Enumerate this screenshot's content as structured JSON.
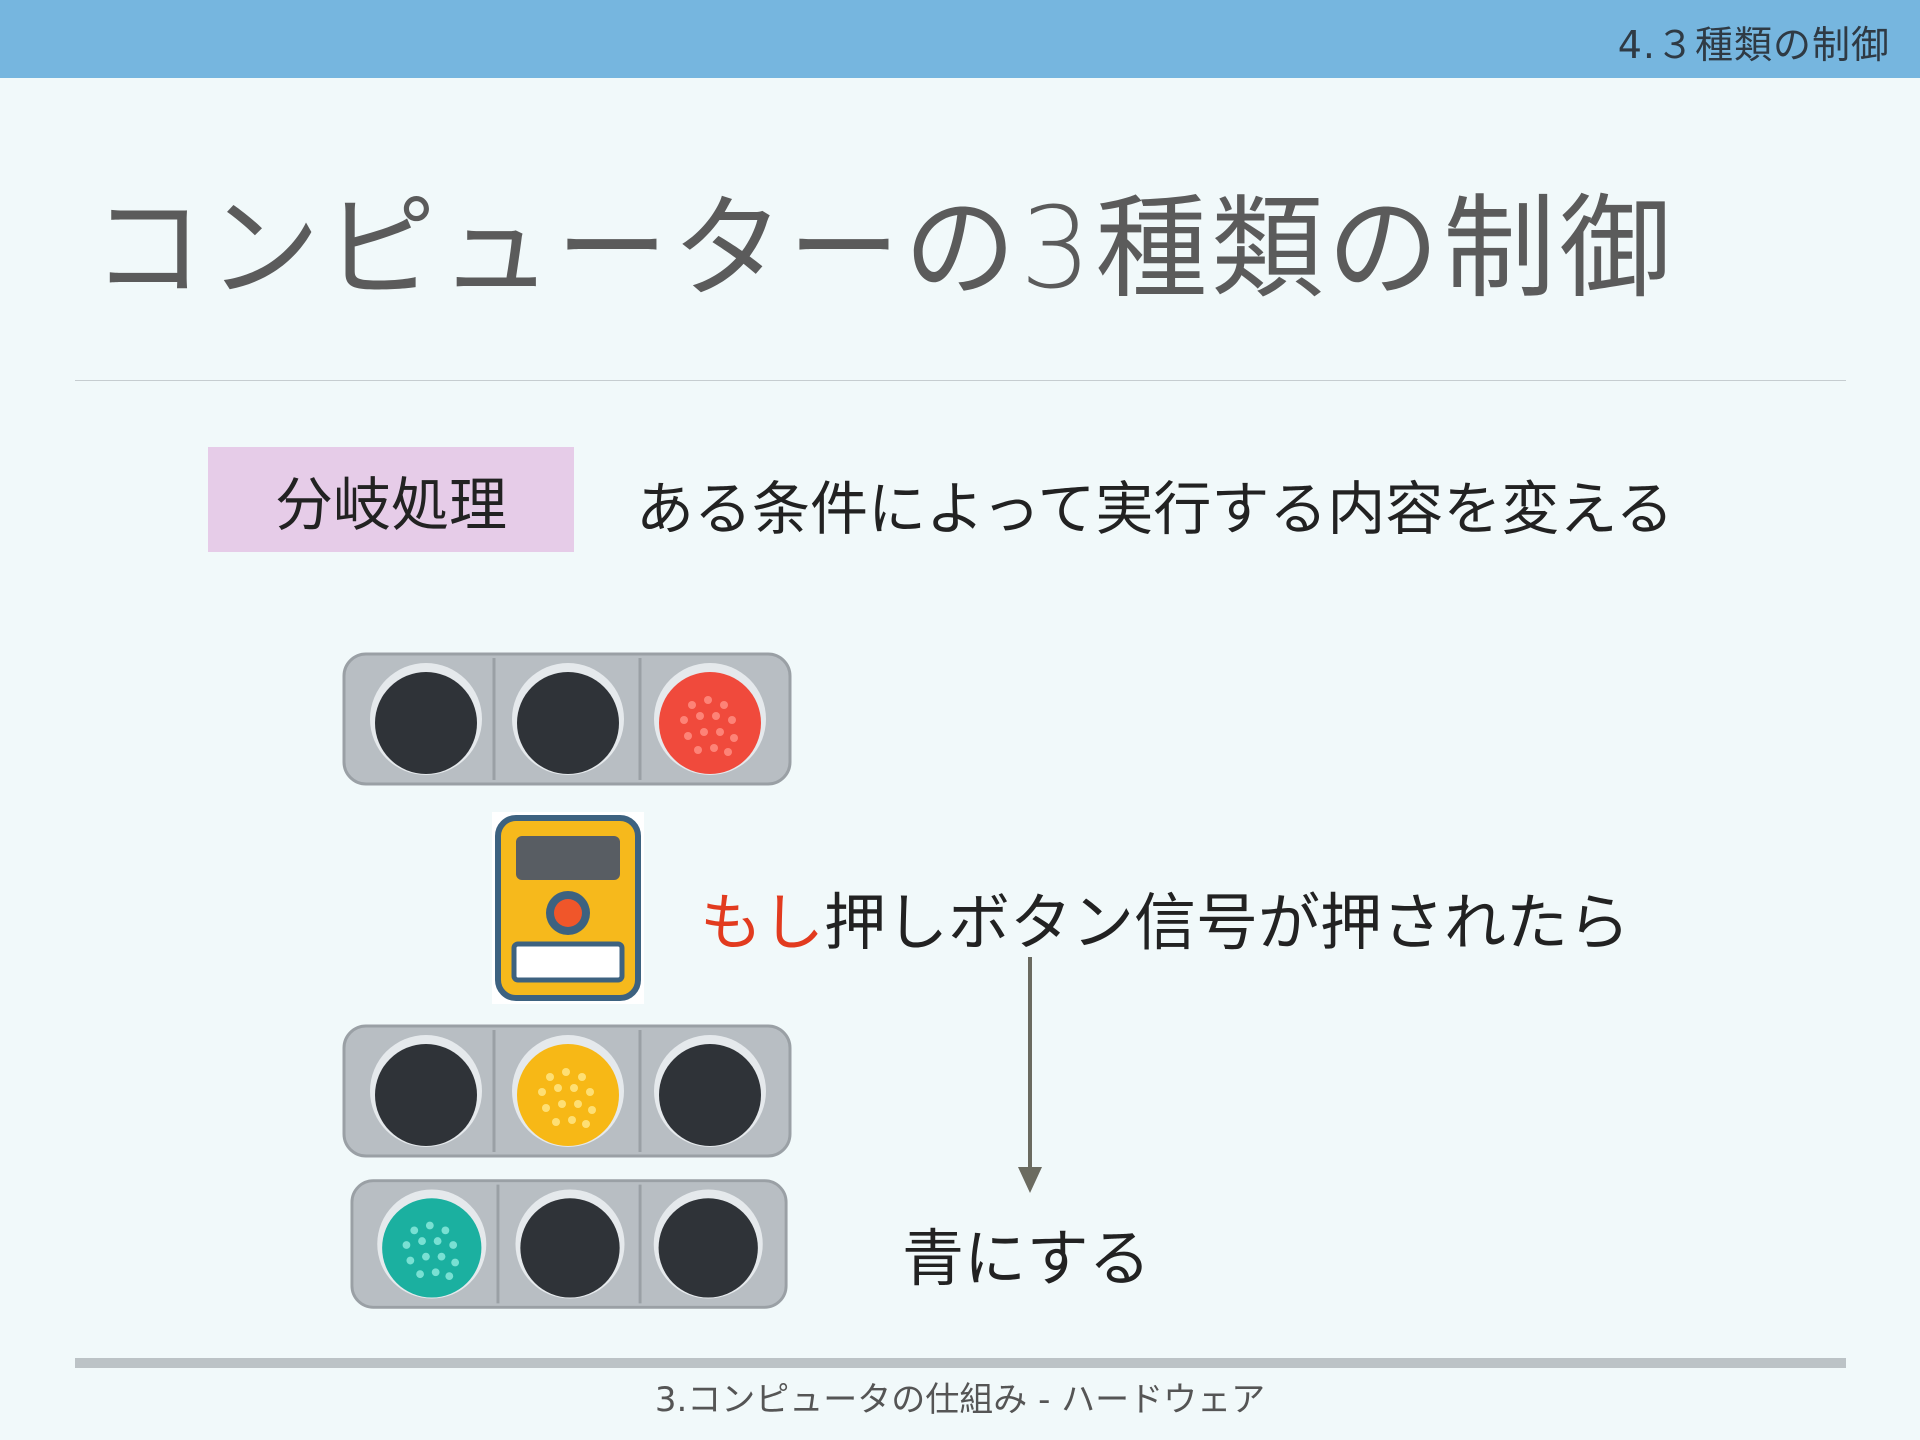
{
  "header": {
    "section_label": "4.３種類の制御"
  },
  "slide": {
    "title": "コンピューターの3種類の制御"
  },
  "definition": {
    "badge": "分岐処理",
    "text": "ある条件によって実行する内容を変える"
  },
  "example": {
    "condition_keyword": "もし",
    "condition_rest": "押しボタン信号が押されたら",
    "result": "青にする"
  },
  "footer": {
    "text": "3.コンピュータの仕組み - ハードウェア"
  },
  "illustrations": {
    "signals": [
      {
        "lit": "red"
      },
      {
        "lit": "yellow"
      },
      {
        "lit": "green"
      }
    ],
    "button": "push-button-icon"
  },
  "colors": {
    "header_bar": "#76b6df",
    "badge_bg": "#e6cce8",
    "keyword": "#e23b1f",
    "red_lamp": "#f04a3c",
    "yellow_lamp": "#f7b816",
    "green_lamp": "#1bb0a0"
  }
}
